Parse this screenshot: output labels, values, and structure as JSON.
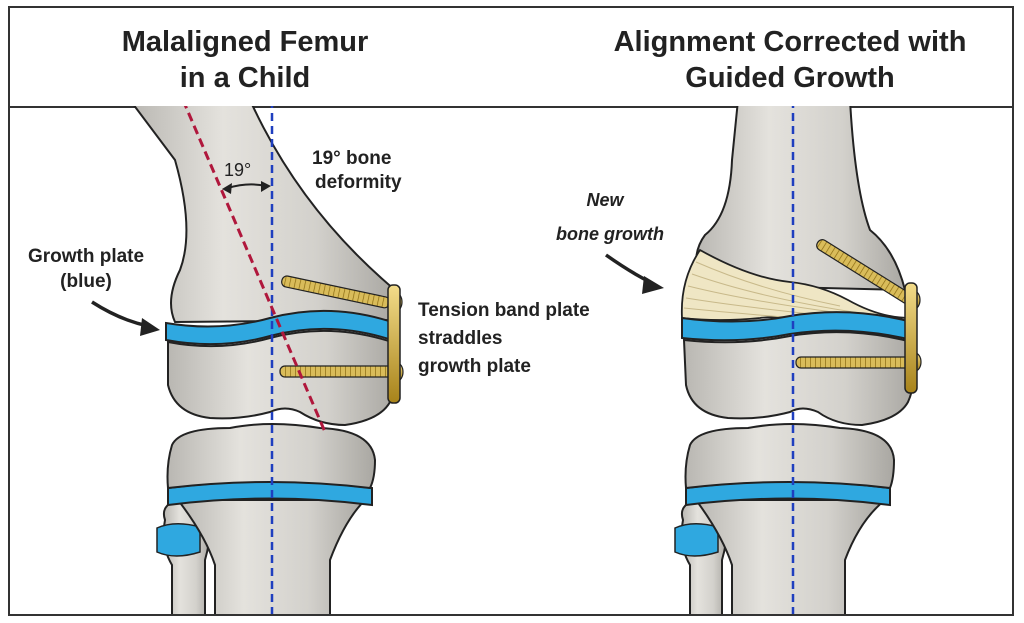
{
  "titles": {
    "left_line1": "Malaligned Femur",
    "left_line2": "in a Child",
    "right_line1": "Alignment Corrected with",
    "right_line2": "Guided Growth"
  },
  "labels": {
    "angle": "19°",
    "deformity_line1": "19° bone",
    "deformity_line2": "deformity",
    "growth_plate_line1": "Growth plate",
    "growth_plate_line2": "(blue)",
    "tension_line1": "Tension band plate",
    "tension_line2": "straddles",
    "tension_line3": "growth plate",
    "new_growth_line1": "New",
    "new_growth_line2": "bone growth"
  },
  "colors": {
    "bone": "#d7d5d0",
    "bone_shadow": "#a8a6a1",
    "growth_plate": "#2fa8e0",
    "axis_line": "#1f3fbf",
    "deformity_line": "#b0173c",
    "hardware": "#c9a227",
    "new_bone": "#efe6c4"
  }
}
